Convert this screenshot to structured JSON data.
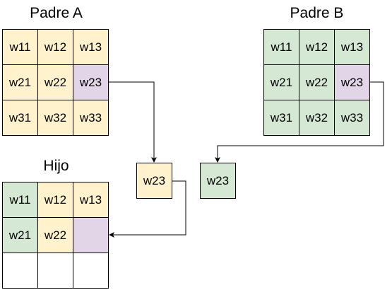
{
  "parent_a": {
    "title": "Padre A",
    "cells": [
      {
        "label": "w11",
        "color": "#fff2cc"
      },
      {
        "label": "w12",
        "color": "#fff2cc"
      },
      {
        "label": "w13",
        "color": "#fff2cc"
      },
      {
        "label": "w21",
        "color": "#fff2cc"
      },
      {
        "label": "w22",
        "color": "#fff2cc"
      },
      {
        "label": "w23",
        "color": "#e1d5e7"
      },
      {
        "label": "w31",
        "color": "#fff2cc"
      },
      {
        "label": "w32",
        "color": "#fff2cc"
      },
      {
        "label": "w33",
        "color": "#fff2cc"
      }
    ]
  },
  "parent_b": {
    "title": "Padre B",
    "cells": [
      {
        "label": "w11",
        "color": "#d5e8d4"
      },
      {
        "label": "w12",
        "color": "#d5e8d4"
      },
      {
        "label": "w13",
        "color": "#d5e8d4"
      },
      {
        "label": "w21",
        "color": "#d5e8d4"
      },
      {
        "label": "w22",
        "color": "#d5e8d4"
      },
      {
        "label": "w23",
        "color": "#e1d5e7"
      },
      {
        "label": "w31",
        "color": "#d5e8d4"
      },
      {
        "label": "w32",
        "color": "#d5e8d4"
      },
      {
        "label": "w33",
        "color": "#d5e8d4"
      }
    ]
  },
  "child": {
    "title": "Hijo",
    "cells": [
      {
        "label": "w11",
        "color": "#d5e8d4"
      },
      {
        "label": "w12",
        "color": "#fff2cc"
      },
      {
        "label": "w13",
        "color": "#fff2cc"
      },
      {
        "label": "w21",
        "color": "#d5e8d4"
      },
      {
        "label": "w22",
        "color": "#fff2cc"
      },
      {
        "label": "",
        "color": "#e1d5e7"
      },
      {
        "label": "",
        "color": "#ffffff"
      },
      {
        "label": "",
        "color": "#ffffff"
      },
      {
        "label": "",
        "color": "#ffffff"
      }
    ]
  },
  "extracted": {
    "from_a": {
      "label": "w23",
      "color": "#fff2cc"
    },
    "from_b": {
      "label": "w23",
      "color": "#d5e8d4"
    }
  }
}
